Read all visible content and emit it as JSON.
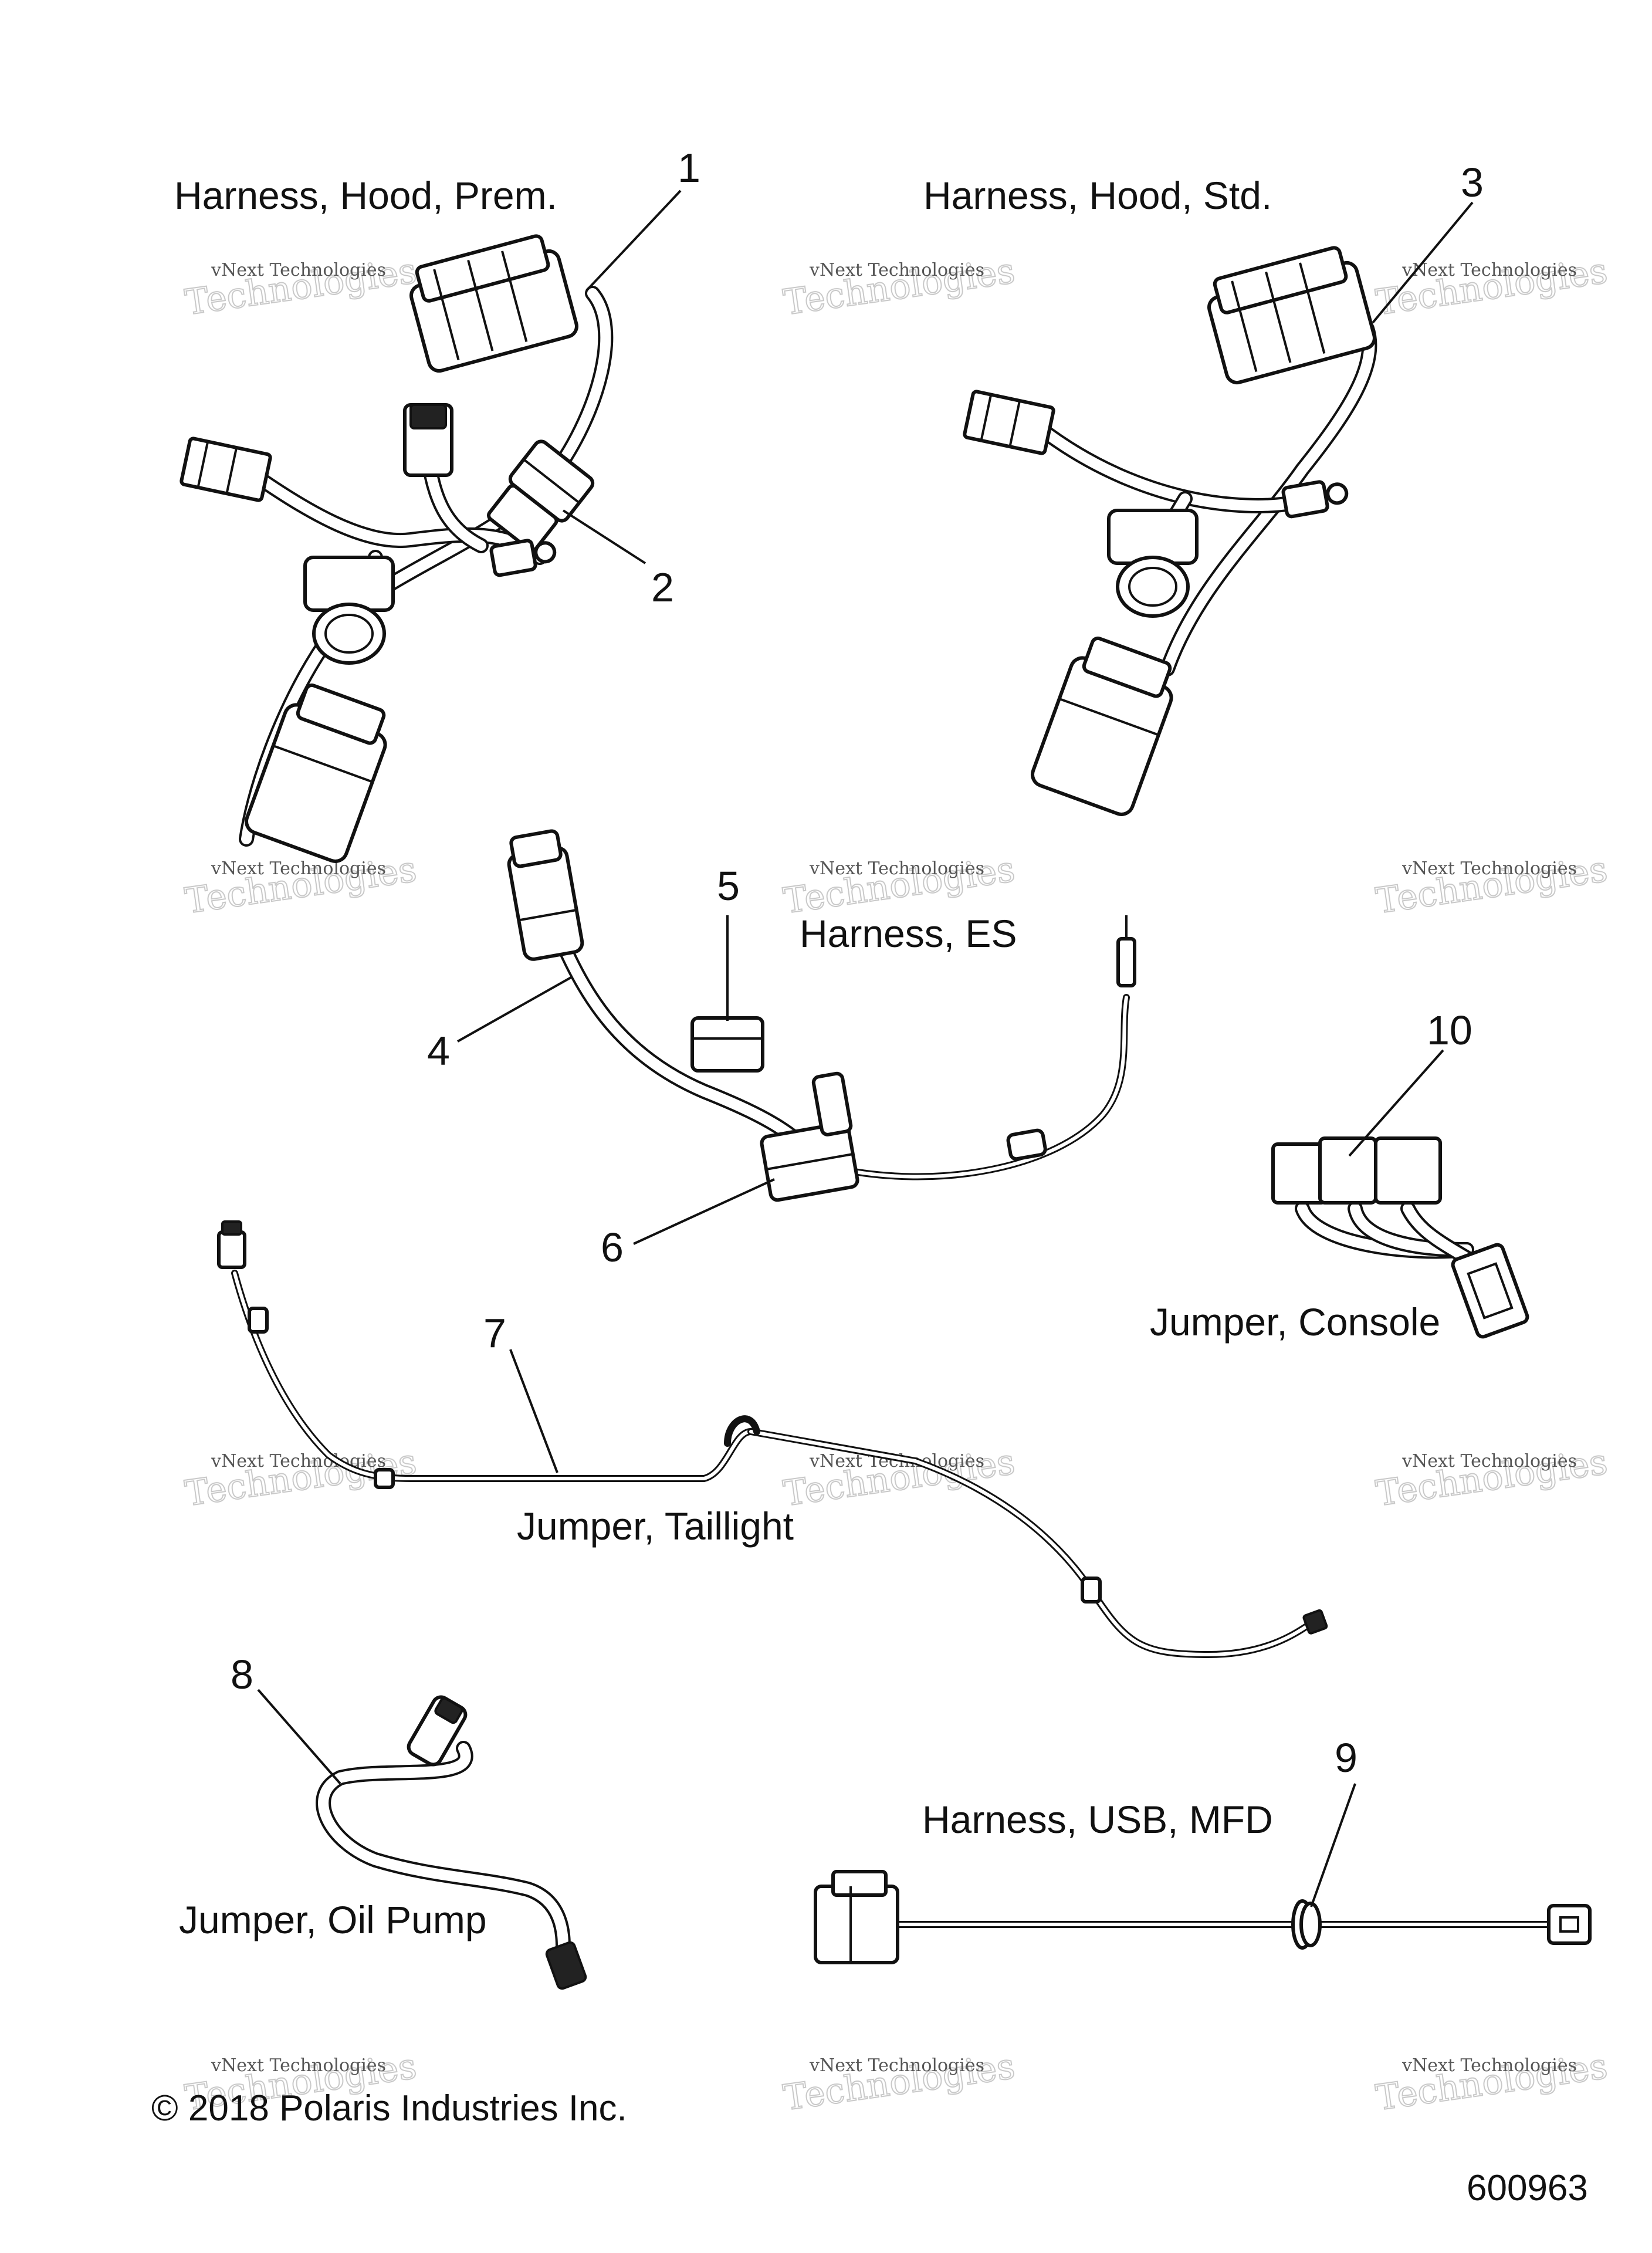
{
  "labels": {
    "hood_prem": "Harness, Hood, Prem.",
    "hood_std": "Harness, Hood, Std.",
    "es": "Harness, ES",
    "console": "Jumper, Console",
    "taillight": "Jumper, Taillight",
    "oil_pump": "Jumper, Oil Pump",
    "usb_mfd": "Harness, USB, MFD"
  },
  "callouts": {
    "c1": "1",
    "c2": "2",
    "c3": "3",
    "c4": "4",
    "c5": "5",
    "c6": "6",
    "c7": "7",
    "c8": "8",
    "c9": "9",
    "c10": "10"
  },
  "watermark": {
    "line1": "vNext Technologies",
    "line2": "Technologies"
  },
  "copyright": "© 2018 Polaris Industries Inc.",
  "part_id": "600963",
  "colors": {
    "ink": "#111111",
    "watermark": "#c9c9c9",
    "background": "#ffffff"
  }
}
